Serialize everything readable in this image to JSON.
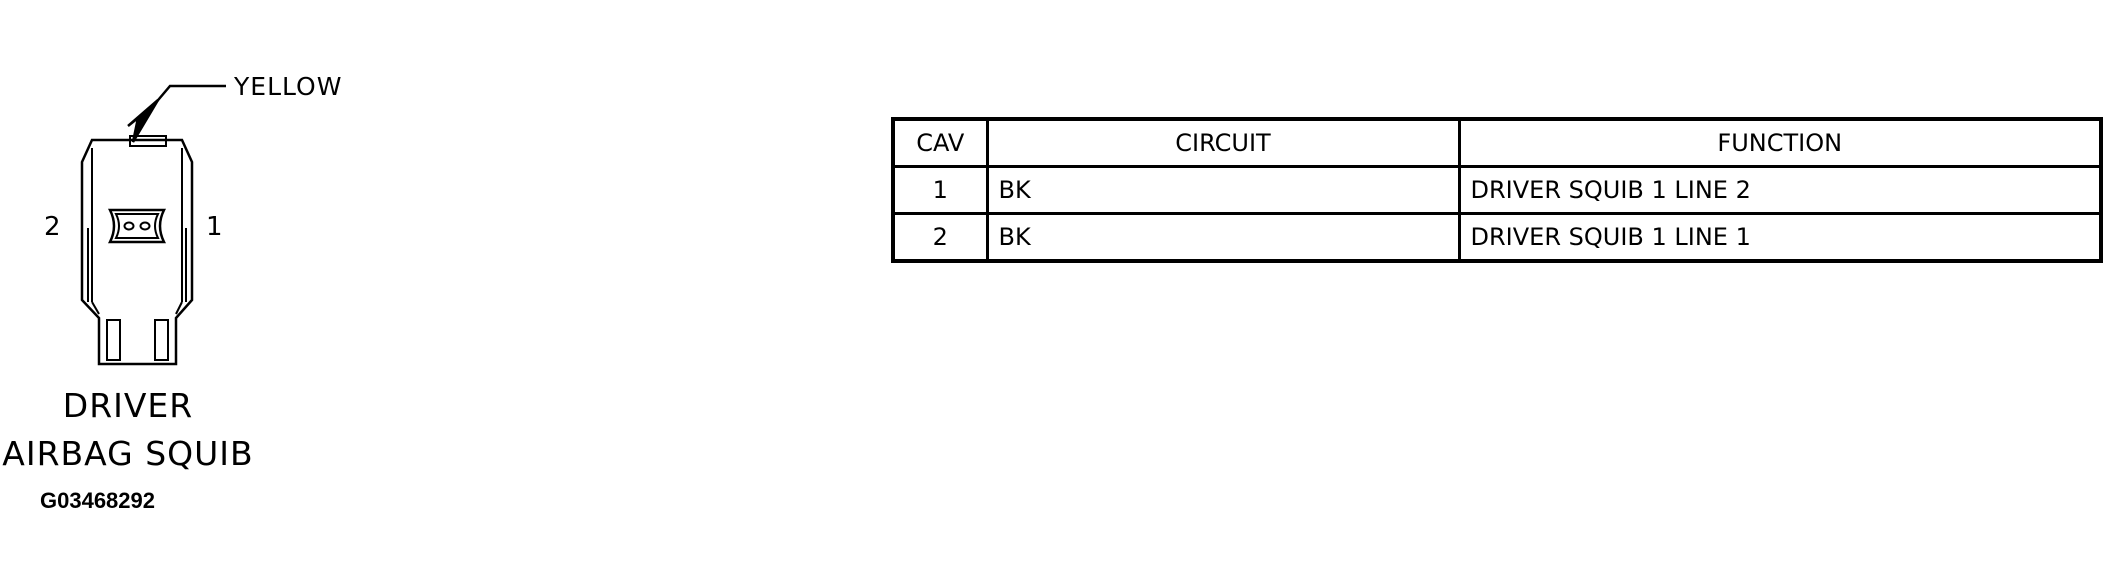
{
  "callout": {
    "color_label": "YELLOW"
  },
  "pins": {
    "left": "2",
    "right": "1"
  },
  "connector": {
    "title_line1": "DRIVER",
    "title_line2": "AIRBAG SQUIB"
  },
  "figure_id": "G03468292",
  "table": {
    "headers": {
      "cav": "CAV",
      "circuit": "CIRCUIT",
      "function": "FUNCTION"
    },
    "rows": [
      {
        "cav": "1",
        "circuit": "BK",
        "function": "DRIVER SQUIB 1 LINE 2"
      },
      {
        "cav": "2",
        "circuit": "BK",
        "function": "DRIVER SQUIB 1 LINE 1"
      }
    ]
  }
}
